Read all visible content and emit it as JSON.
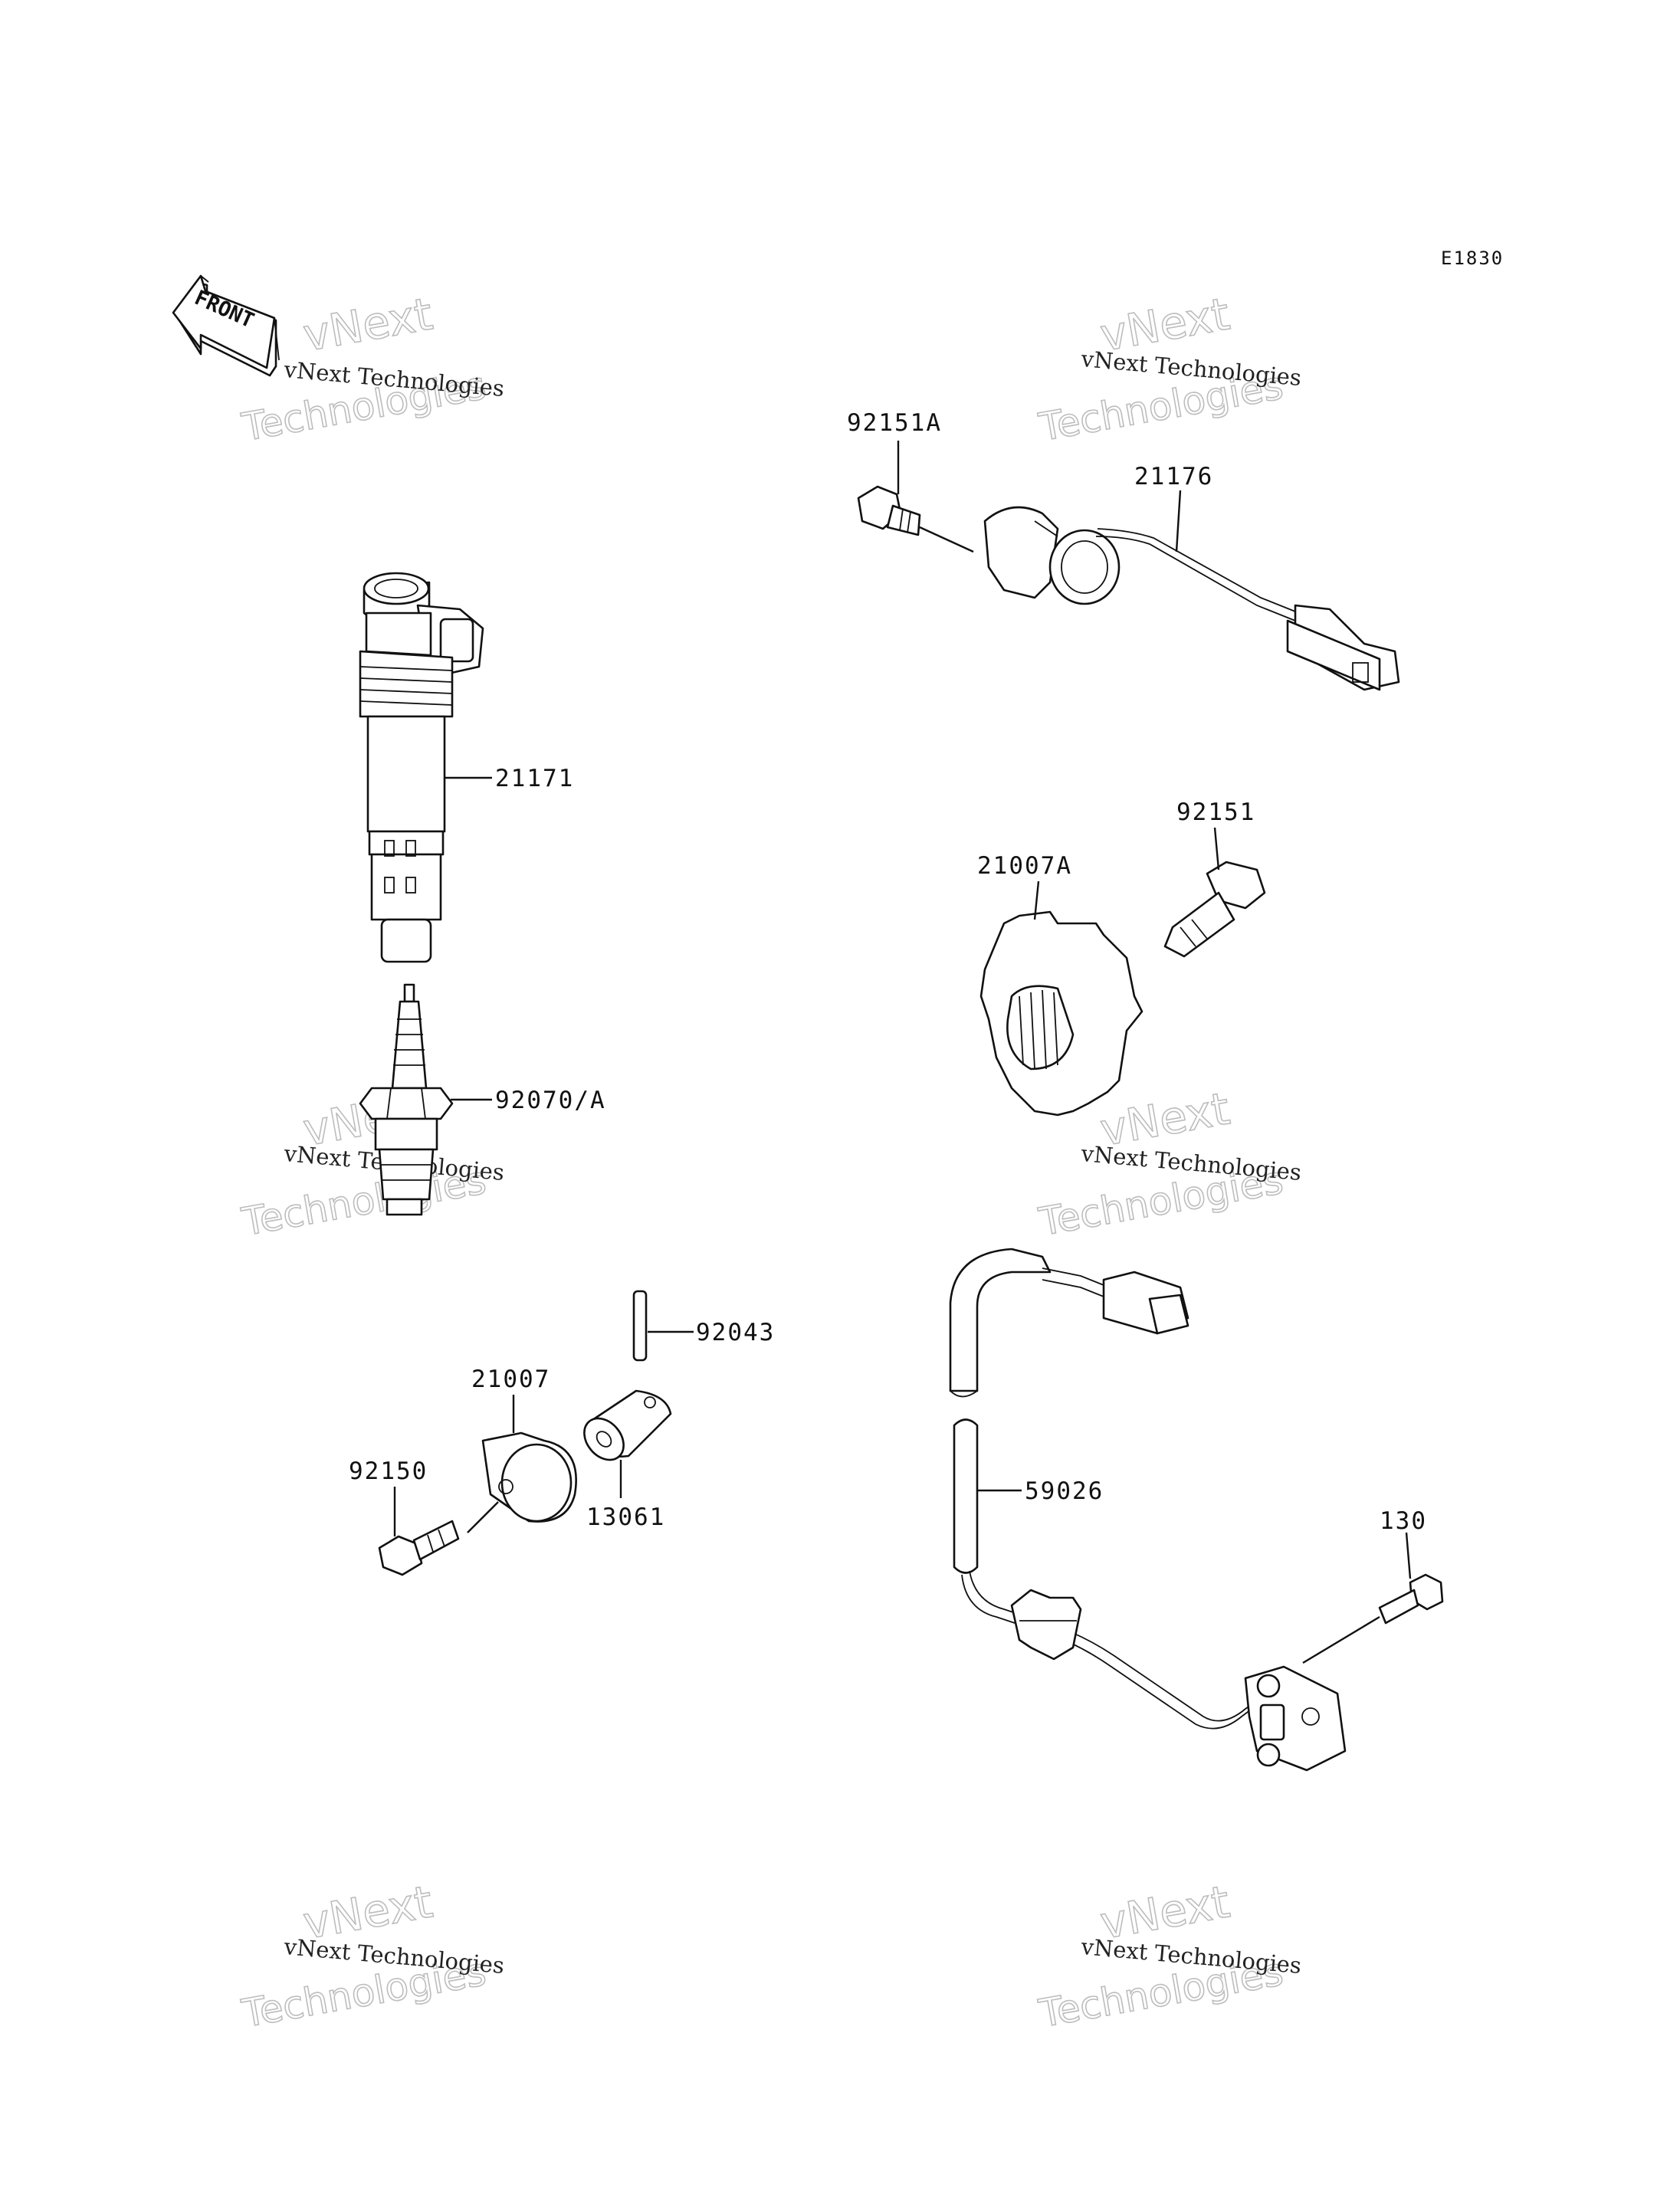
{
  "diagram_code": "E1830",
  "front_label": "FRONT",
  "watermark": {
    "line1": "vNext Technologies",
    "line2": "vNext",
    "line3": "Technologies"
  },
  "parts": [
    {
      "id": "p-92151A",
      "label": "92151A"
    },
    {
      "id": "p-21176",
      "label": "21176"
    },
    {
      "id": "p-21171",
      "label": "21171"
    },
    {
      "id": "p-92151",
      "label": "92151"
    },
    {
      "id": "p-21007A",
      "label": "21007A"
    },
    {
      "id": "p-92070A",
      "label": "92070/A"
    },
    {
      "id": "p-92043",
      "label": "92043"
    },
    {
      "id": "p-21007",
      "label": "21007"
    },
    {
      "id": "p-92150",
      "label": "92150"
    },
    {
      "id": "p-13061",
      "label": "13061"
    },
    {
      "id": "p-59026",
      "label": "59026"
    },
    {
      "id": "p-130",
      "label": "130"
    }
  ]
}
